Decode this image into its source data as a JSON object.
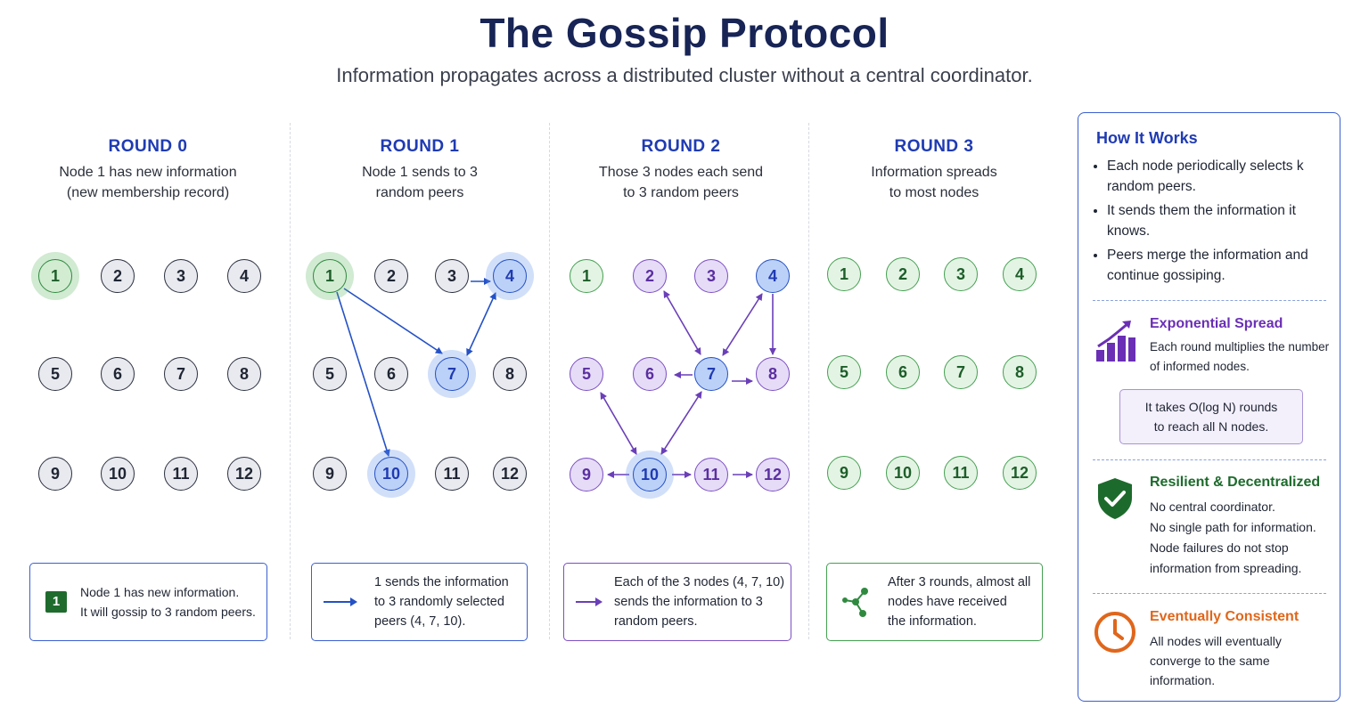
{
  "title": "The Gossip Protocol",
  "subtitle": "Information propagates across a distributed cluster without a central coordinator.",
  "rounds": [
    {
      "title": "ROUND 0",
      "desc": "Node 1 has new information\n(new membership record)",
      "caption": "Node 1 has new information.\nIt will gossip to 3 random peers.",
      "caption_icon_text": "1"
    },
    {
      "title": "ROUND 1",
      "desc": "Node 1 sends to 3\nrandom peers",
      "caption": "1 sends the information\nto 3 randomly selected\npeers (4, 7, 10)."
    },
    {
      "title": "ROUND 2",
      "desc": "Those 3 nodes each send\nto 3 random peers",
      "caption": "Each of the 3 nodes (4, 7, 10)\nsends the information to 3\nrandom peers."
    },
    {
      "title": "ROUND 3",
      "desc": "Information spreads\nto most nodes",
      "caption": "After 3 rounds, almost all\nnodes have received\nthe information."
    }
  ],
  "node_labels": [
    "1",
    "2",
    "3",
    "4",
    "5",
    "6",
    "7",
    "8",
    "9",
    "10",
    "11",
    "12"
  ],
  "colors": {
    "informed_origin": "#2f8a3f",
    "round1_blue": "#2451c6",
    "round2_purple": "#6a3fb8",
    "uninformed": "#2c3140",
    "accent_orange": "#e0661b"
  },
  "sidebar": {
    "heading": "How It Works",
    "bullets": [
      "Each node periodically selects k random peers.",
      "It sends them the information it knows.",
      "Peers merge the information and continue gossiping."
    ],
    "exponential": {
      "title": "Exponential Spread",
      "body": "Each round multiplies the number\nof informed nodes.",
      "note": "It takes O(log N) rounds\nto reach all N nodes.",
      "icon": "bar-chart-growth-icon"
    },
    "resilient": {
      "title": "Resilient & Decentralized",
      "body": "No central coordinator.\nNo single path for information.\nNode failures do not stop\ninformation from spreading.",
      "icon": "shield-check-icon"
    },
    "consistent": {
      "title": "Eventually Consistent",
      "body": "All nodes will eventually\nconverge to the same\ninformation.",
      "icon": "clock-icon"
    }
  }
}
